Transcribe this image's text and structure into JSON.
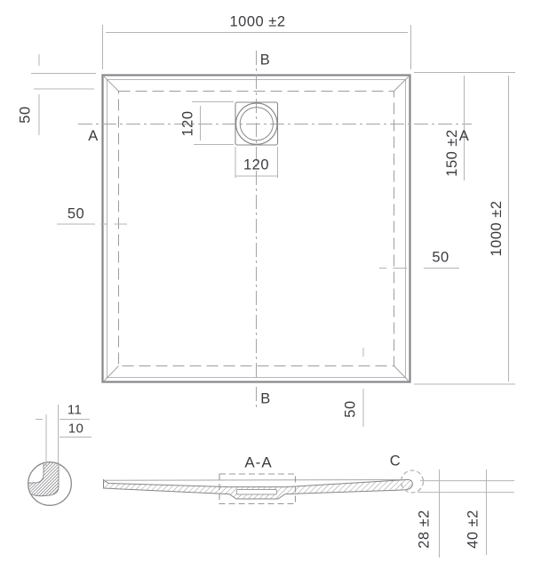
{
  "top_view": {
    "dim_width": "1000 ±2",
    "dim_height": "1000 ±2",
    "dim_drain_offset": "150 ±2",
    "dim_rim_top_left": "50",
    "dim_rim_left": "50",
    "dim_rim_right": "50",
    "dim_rim_bottom": "50",
    "dim_drain_width": "120",
    "dim_drain_height": "120",
    "label_a_left": "A",
    "label_a_right": "A",
    "label_b_top": "B",
    "label_b_bottom": "B"
  },
  "section_view": {
    "label": "A-A",
    "detail_label": "C",
    "dim_edge": "28 ±2",
    "dim_total": "40 ±2"
  },
  "detail_view": {
    "dim_upper": "11",
    "dim_lower": "10"
  },
  "colors": {
    "background": "#ffffff",
    "part_line": "#85858a",
    "dim_line": "#b4b4b7",
    "hidden_line": "#9c9c9f",
    "text": "#3b3c40",
    "hatch": "#84848a"
  }
}
